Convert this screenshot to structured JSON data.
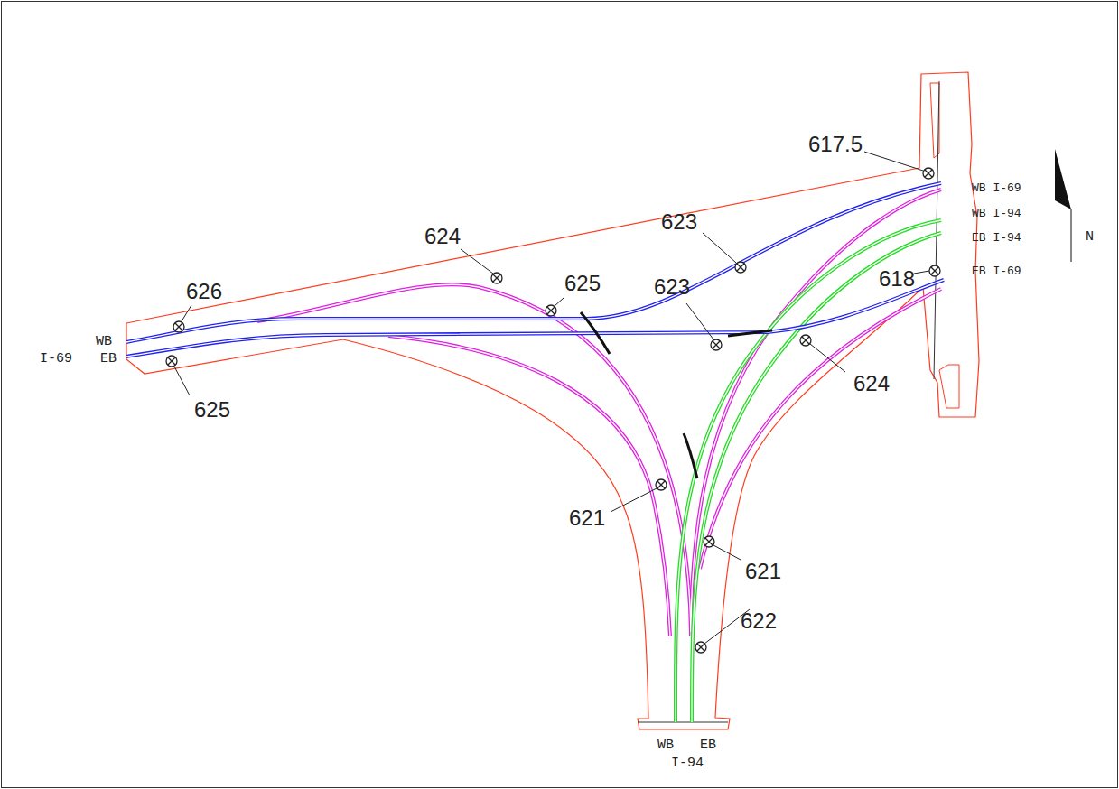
{
  "diagram": {
    "labels": [
      "617.5",
      "623",
      "624",
      "625",
      "623",
      "626",
      "618",
      "625",
      "624",
      "621",
      "621",
      "622",
      "WB I-69",
      "WB I-94",
      "EB I-94",
      "EB I-69",
      "WB",
      "I-69",
      "EB",
      "WB",
      "EB",
      "I-94",
      "N"
    ]
  }
}
